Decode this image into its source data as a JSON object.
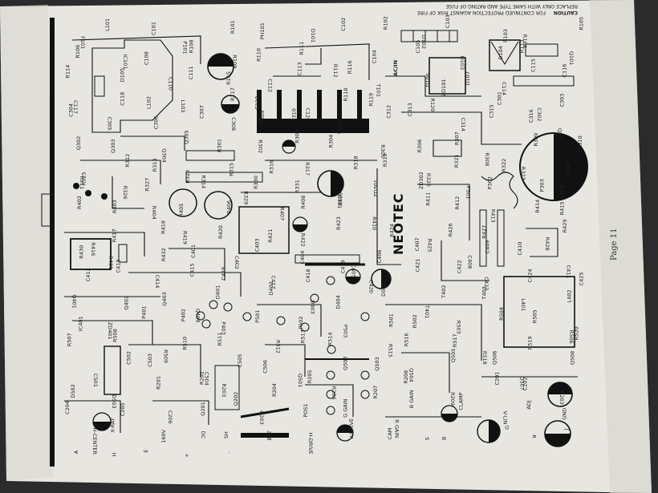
{
  "caution": {
    "line1": "CAUTION",
    "line2": "FOR CONTINUED PROTECTION AGAINST RISK OF FIRE",
    "line3": "REPLACE ONLY WITH SAME TYPE AND RATING OF FUSE"
  },
  "brand": "NEOTEC",
  "page_number": "Page 11",
  "ac_in": "AC/IN",
  "labels": [
    "F101",
    "L101",
    "C101",
    "P101",
    "R101",
    "PH101",
    "D101",
    "C102",
    "R102",
    "D102",
    "C103",
    "R103",
    "R104",
    "R105",
    "R106",
    "IC101",
    "C108",
    "R108",
    "R109",
    "R110",
    "R111",
    "R112",
    "C104",
    "C105",
    "D103",
    "D104",
    "R113",
    "Q101",
    "R114",
    "D105",
    "C110",
    "C111",
    "R115",
    "C112",
    "C113",
    "R116",
    "T101",
    "D106",
    "D107",
    "C114",
    "C115",
    "C116",
    "C117",
    "C118",
    "L102",
    "L103",
    "R117",
    "C119",
    "C120",
    "R118",
    "R119",
    "R120",
    "ZD101",
    "C301",
    "C302",
    "C303",
    "C304",
    "C305",
    "C306",
    "C307",
    "C308",
    "C309",
    "C310",
    "C311",
    "C312",
    "C313",
    "C314",
    "C315",
    "C316",
    "Q301",
    "Q302",
    "Q303",
    "Q304",
    "Q305",
    "R301",
    "R302",
    "R303",
    "R304",
    "R305",
    "R306",
    "R307",
    "R308",
    "R309",
    "R310",
    "R311",
    "R312",
    "R313",
    "R314",
    "R315",
    "R316",
    "R317",
    "R318",
    "R319",
    "R320",
    "R321",
    "R322",
    "R323",
    "R324",
    "R325",
    "R326",
    "R327",
    "R328",
    "R329",
    "R330",
    "R331",
    "D301",
    "ZD301",
    "ZD302",
    "P301",
    "P302",
    "P303",
    "R401",
    "R402",
    "R403",
    "R404",
    "R405",
    "R406",
    "R407",
    "R408",
    "R409",
    "R410",
    "R411",
    "R412",
    "R413",
    "R414",
    "R415",
    "R416",
    "R417",
    "R418",
    "R419",
    "R420",
    "R421",
    "R422",
    "R423",
    "R424",
    "R425",
    "R426",
    "R427",
    "R428",
    "R429",
    "R430",
    "R431",
    "R432",
    "C401",
    "C402",
    "C403",
    "C404",
    "C405",
    "C406",
    "C407",
    "C408",
    "C409",
    "C410",
    "C411",
    "C412",
    "C413",
    "C414",
    "C415",
    "C416",
    "C417",
    "C418",
    "C419",
    "C420",
    "C421",
    "C422",
    "C423",
    "C424",
    "C425",
    "Q401",
    "Q402",
    "Q403",
    "Q404",
    "D401",
    "D402",
    "D403",
    "D404",
    "D501",
    "T401",
    "T402",
    "T403",
    "L401",
    "L402",
    "IC401",
    "ZD401",
    "P401",
    "P402",
    "P403",
    "P501",
    "P502",
    "P503",
    "R501",
    "R502",
    "R503",
    "R504",
    "R505",
    "R506",
    "R507",
    "R508",
    "R509",
    "R510",
    "R511",
    "R512",
    "R513",
    "R514",
    "R515",
    "R516",
    "R517",
    "R518",
    "R519",
    "R520",
    "C501",
    "C502",
    "C503",
    "C504",
    "C505",
    "C506",
    "Q501",
    "Q502",
    "Q503",
    "Q504",
    "Q505",
    "Q506",
    "Q507",
    "Q508",
    "D502",
    "D503",
    "R201",
    "R202",
    "R203",
    "R204",
    "R205",
    "R206",
    "R207",
    "R208",
    "R209",
    "C201",
    "C202",
    "C203",
    "C204",
    "C205",
    "C206",
    "Q201",
    "Q202",
    "Q203",
    "POS1",
    "G GAIN",
    "R GAIN",
    "B GAIN",
    "CLAMP",
    "V-LIN",
    "ADJ",
    "GND",
    "H-CENTER",
    "X-RAY",
    "160V",
    "DC",
    "SH",
    "BRT",
    "H-DRIVE",
    "V-DRIVE",
    "CAM",
    "S",
    "B",
    "G",
    "R",
    "J",
    "A",
    "H",
    "E",
    "+",
    "-"
  ]
}
